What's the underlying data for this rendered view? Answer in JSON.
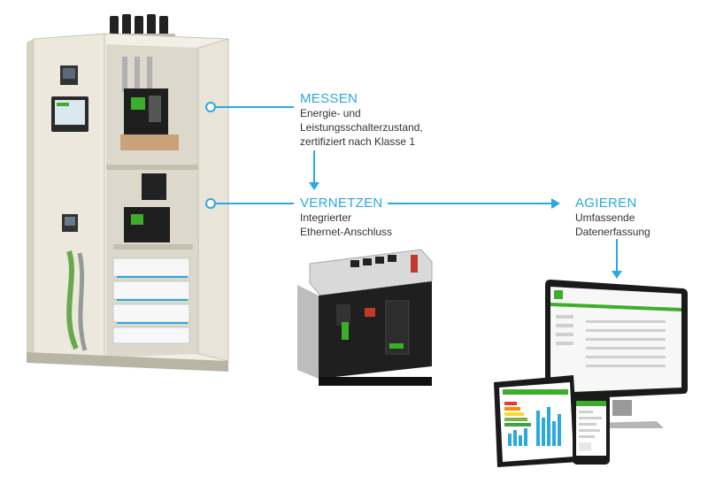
{
  "steps": {
    "measure": {
      "title": "MESSEN",
      "lines": [
        "Energie- und",
        "Leistungsschalterzustand,",
        "zertifiziert nach Klasse 1"
      ]
    },
    "network": {
      "title": "VERNETZEN",
      "lines": [
        "Integrierter",
        "Ethernet-Anschluss"
      ]
    },
    "act": {
      "title": "AGIEREN",
      "lines": [
        "Umfassende",
        "Datenerfassung"
      ]
    }
  },
  "colors": {
    "accent": "#2ba8e0",
    "text": "#333333",
    "cabinet": "#ece9dc",
    "brand_green": "#3dae2b"
  },
  "icons": [
    "switchboard-cabinet-illustration",
    "circuit-breaker-illustration",
    "desktop-monitor-illustration",
    "tablet-illustration",
    "smartphone-illustration"
  ]
}
